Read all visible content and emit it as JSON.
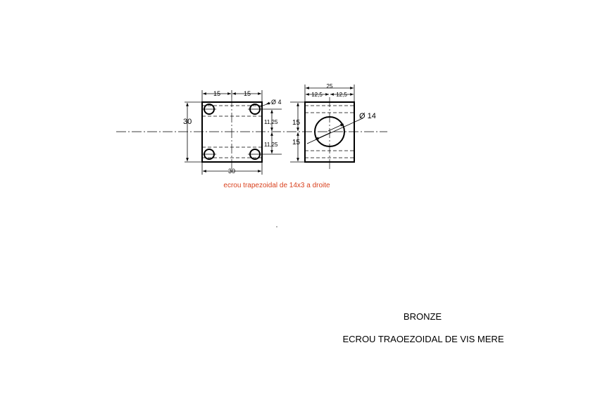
{
  "dimensions": {
    "front_width_top_left": "15",
    "front_width_top_right": "15",
    "front_hole_diameter": "Ø 4",
    "front_height": "30",
    "front_hole_offset_upper": "11,25",
    "front_hole_offset_lower": "11,25",
    "front_width_bottom": "30",
    "side_width_total": "25",
    "side_width_left": "12,5",
    "side_width_right": "12,5",
    "side_bore_diameter": "Ø 14",
    "side_height_upper": "15",
    "side_height_lower": "15"
  },
  "note": "ecrou trapezoidal de 14x3 a droite",
  "colors": {
    "note": "#d9411e",
    "lines": "#000000"
  },
  "title_block": {
    "material": "BRONZE",
    "part_name": "ECROU TRAOEZOIDAL DE VIS MERE"
  }
}
